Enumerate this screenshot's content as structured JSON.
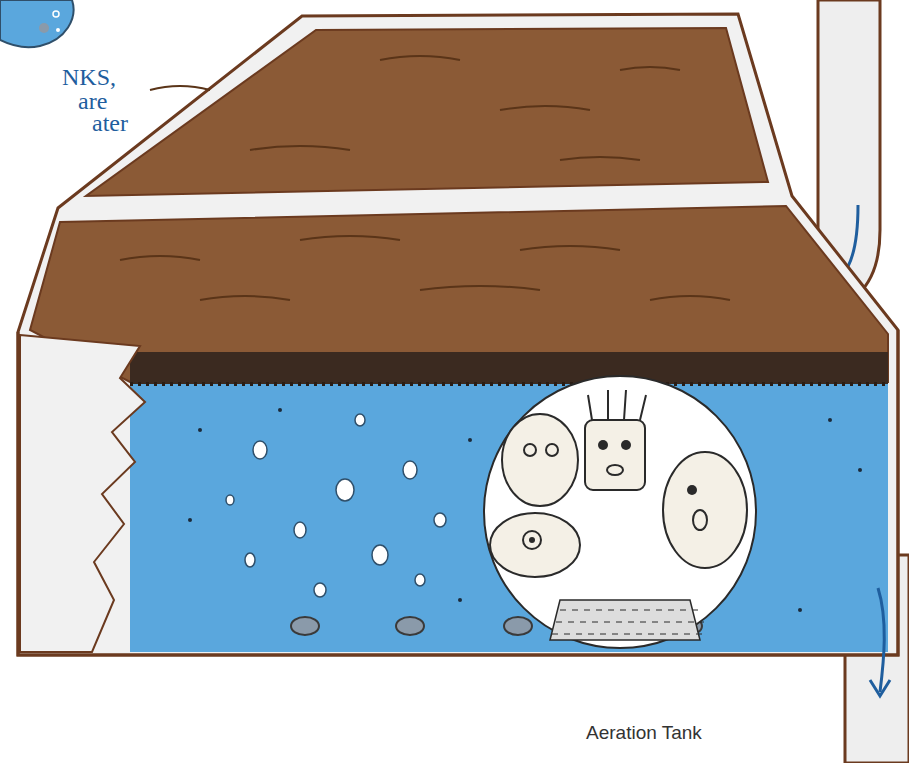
{
  "diagram": {
    "labels": [
      "NKS,",
      "are",
      "ater",
      "Aeration Tank"
    ]
  }
}
